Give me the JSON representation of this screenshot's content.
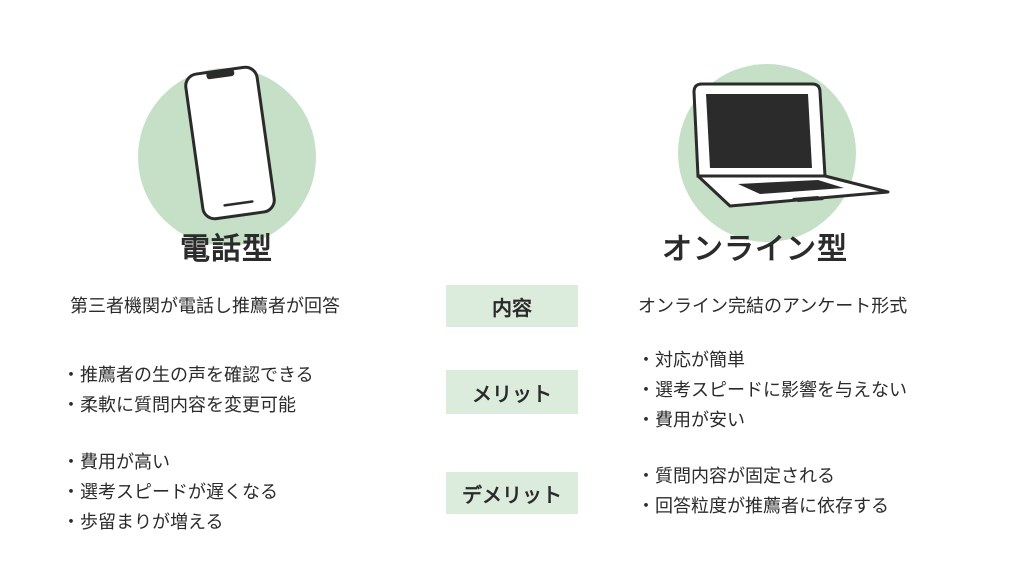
{
  "colors": {
    "accent": "#c5e0c6",
    "label_bg": "#dcecdc",
    "text": "#2b2b2b"
  },
  "left": {
    "title": "電話型",
    "icon": "smartphone-icon",
    "content": "第三者機関が電話し推薦者が回答",
    "merits": [
      "推薦者の生の声を確認できる",
      "柔軟に質問内容を変更可能"
    ],
    "demerits": [
      "費用が高い",
      "選考スピードが遅くなる",
      "歩留まりが増える"
    ]
  },
  "right": {
    "title": "オンライン型",
    "icon": "laptop-icon",
    "content": "オンライン完結のアンケート形式",
    "merits": [
      "対応が簡単",
      "選考スピードに影響を与えない",
      "費用が安い"
    ],
    "demerits": [
      "質問内容が固定される",
      "回答粒度が推薦者に依存する"
    ]
  },
  "labels": {
    "content": "内容",
    "merits": "メリット",
    "demerits": "デメリット"
  }
}
